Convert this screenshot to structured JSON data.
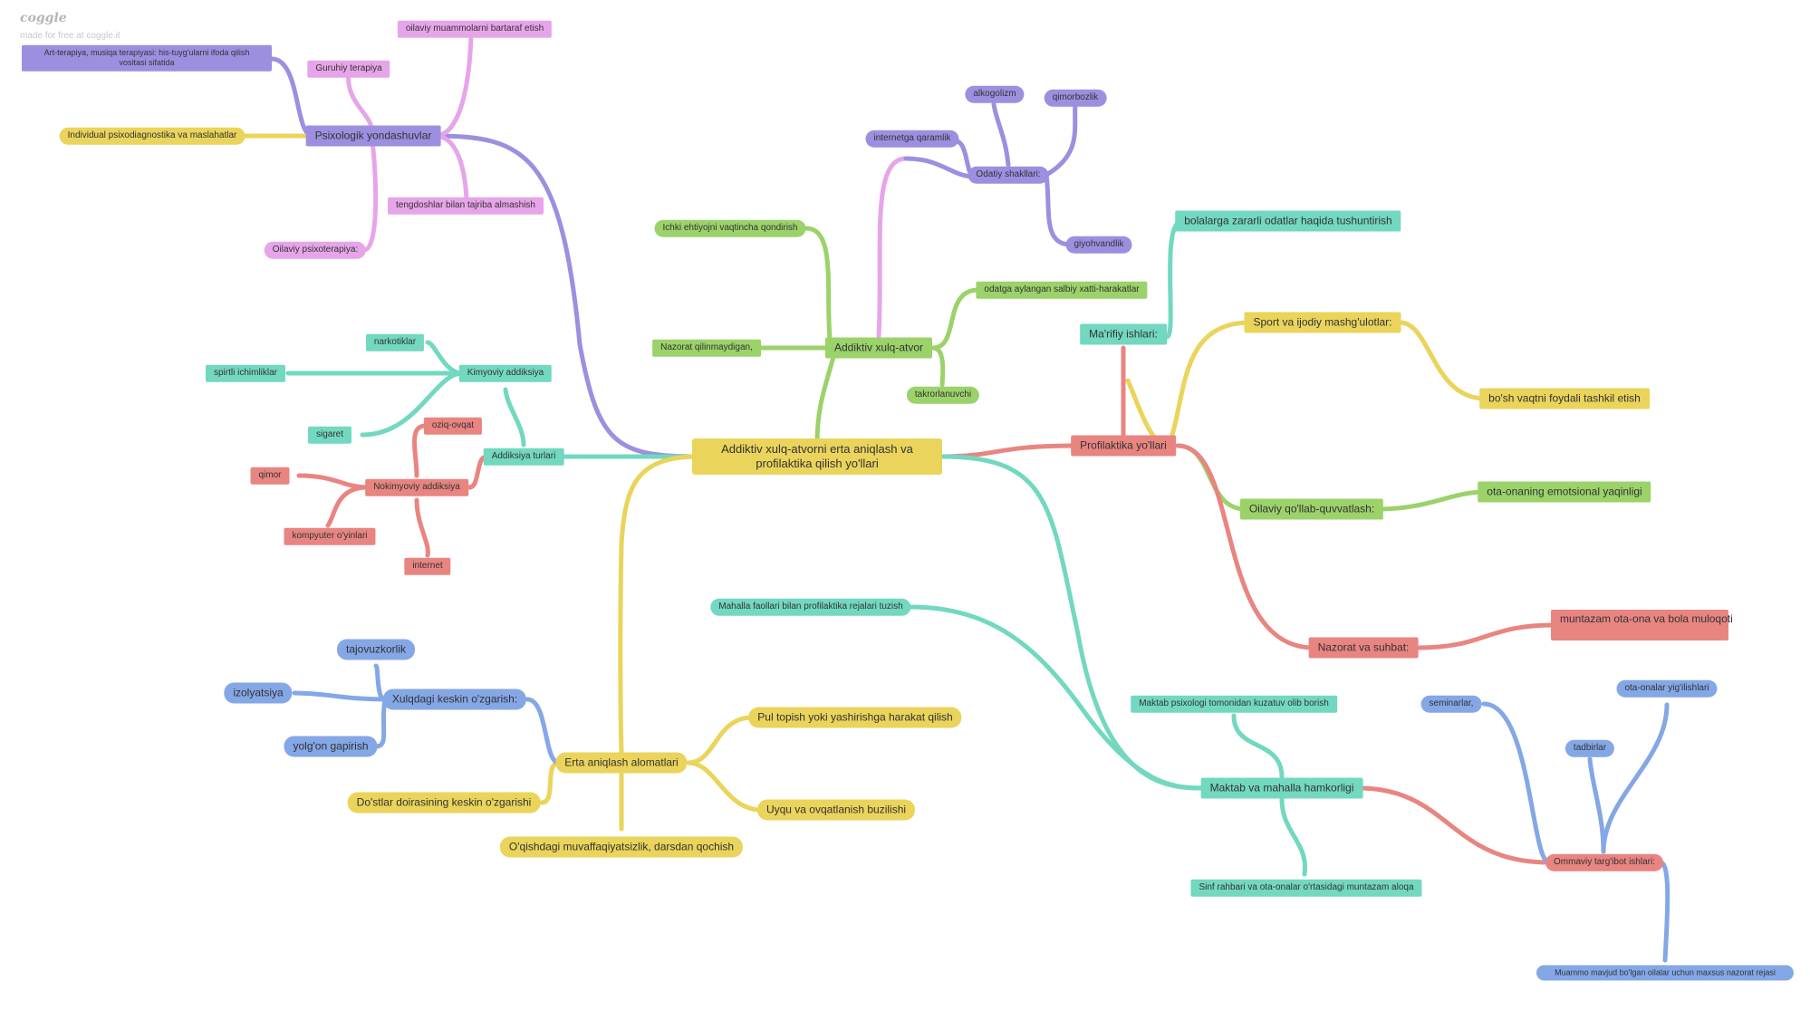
{
  "brand": {
    "name": "coggle",
    "credit": "made for free at coggle.it"
  },
  "colors": {
    "purple": "#9d8fe0",
    "pink": "#e7a5e9",
    "yellow": "#ead45b",
    "teal": "#72d8c0",
    "green": "#9bd26a",
    "red": "#e88581",
    "blue": "#84a7e6"
  },
  "nodes": {
    "root": "Addiktiv xulq-atvorni erta aniqlash va profilaktika qilish yo'llari",
    "psixologik": "Psixologik yondashuvlar",
    "art_terapiya": "Art-terapiya, musiqa terapiyasi: his-tuyg'ularni ifoda qilish vositasi sifatida",
    "oilaviy_muammolar": "oilaviy muammolarni bartaraf etish",
    "guruhiy": "Guruhiy terapiya",
    "individual": "Individual psixodiagnostika va maslahatlar",
    "tengdoshlar": "tengdoshlar bilan tajriba almashish",
    "oilaviy_psixo": "Oilaviy psixoterapiya:",
    "addiksiya_turlari": "Addiksiya turlari",
    "kimyoviy": "Kimyoviy addiksiya",
    "narkotiklar": "narkotiklar",
    "spirtli": "spirtli ichimliklar",
    "sigaret": "sigaret",
    "nokimyoviy": "Nokimyoviy addiksiya",
    "oziq": "oziq-ovqat",
    "qimor": "qimor",
    "kompyuter": "kompyuter o'yinlari",
    "internet": "internet",
    "addiktiv": "Addiktiv xulq-atvor",
    "ichki": "Ichki ehtiyojni vaqtincha qondirish",
    "nazorat_qilin": "Nazorat qilinmaydigan,",
    "takrorlanuvchi": "takrorlanuvchi",
    "odatga": "odatga aylangan salbiy xatti-harakatlar",
    "odatiy": "Odatiy shakllari:",
    "internetga": "internetga qaramlik",
    "alkogolizm": "alkogolizm",
    "qimorbozlik": "qimorbozlik",
    "giyohvandlik": "giyohvandlik",
    "profilaktika": "Profilaktika yo'llari",
    "marifiy": "Ma'rifiy ishlari:",
    "bolalarga": "bolalarga zararli odatlar haqida tushuntirish",
    "sport": "Sport va ijodiy mashg'ulotlar:",
    "bosh": "bo'sh vaqtni foydali tashkil etish",
    "oilaviy_qollab": "Oilaviy qo'llab-quvvatlash:",
    "ota_onaning": "ota-onaning emotsional yaqinligi",
    "nazorat_suhbat": "Nazorat va suhbat:",
    "muntazam": "muntazam ota-ona va bola muloqoti",
    "maktab": "Maktab va mahalla hamkorligi",
    "mahalla_faollari": "Mahalla faollari bilan profilaktika rejalari tuzish",
    "maktab_psixologi": "Maktab psixologi tomonidan kuzatuv olib borish",
    "sinf": "Sinf rahbari va ota-onalar o'rtasidagi muntazam aloqa",
    "ommaviy": "Ommaviy targ'ibot ishlari:",
    "seminarlar": "seminarlar,",
    "tadbirlar": "tadbirlar",
    "ota_onalar": "ota-onalar yig'ilishlari",
    "muammo": "Muammo mavjud bo'lgan oilalar uchun maxsus nazorat rejasi",
    "erta": "Erta aniqlash alomatlari",
    "xulqdagi": "Xulqdagi keskin o'zgarish:",
    "tajovuzkorlik": "tajovuzkorlik",
    "izolyatsiya": "izolyatsiya",
    "yolgon": "yolg'on gapirish",
    "dostlar": "Do'stlar doirasining keskin o'zgarishi",
    "pul": "Pul topish yoki yashirishga harakat qilish",
    "uyqu": "Uyqu va ovqatlanish buzilishi",
    "oqishdagi": "O'qishdagi muvaffaqiyatsizlik, darsdan qochish"
  }
}
